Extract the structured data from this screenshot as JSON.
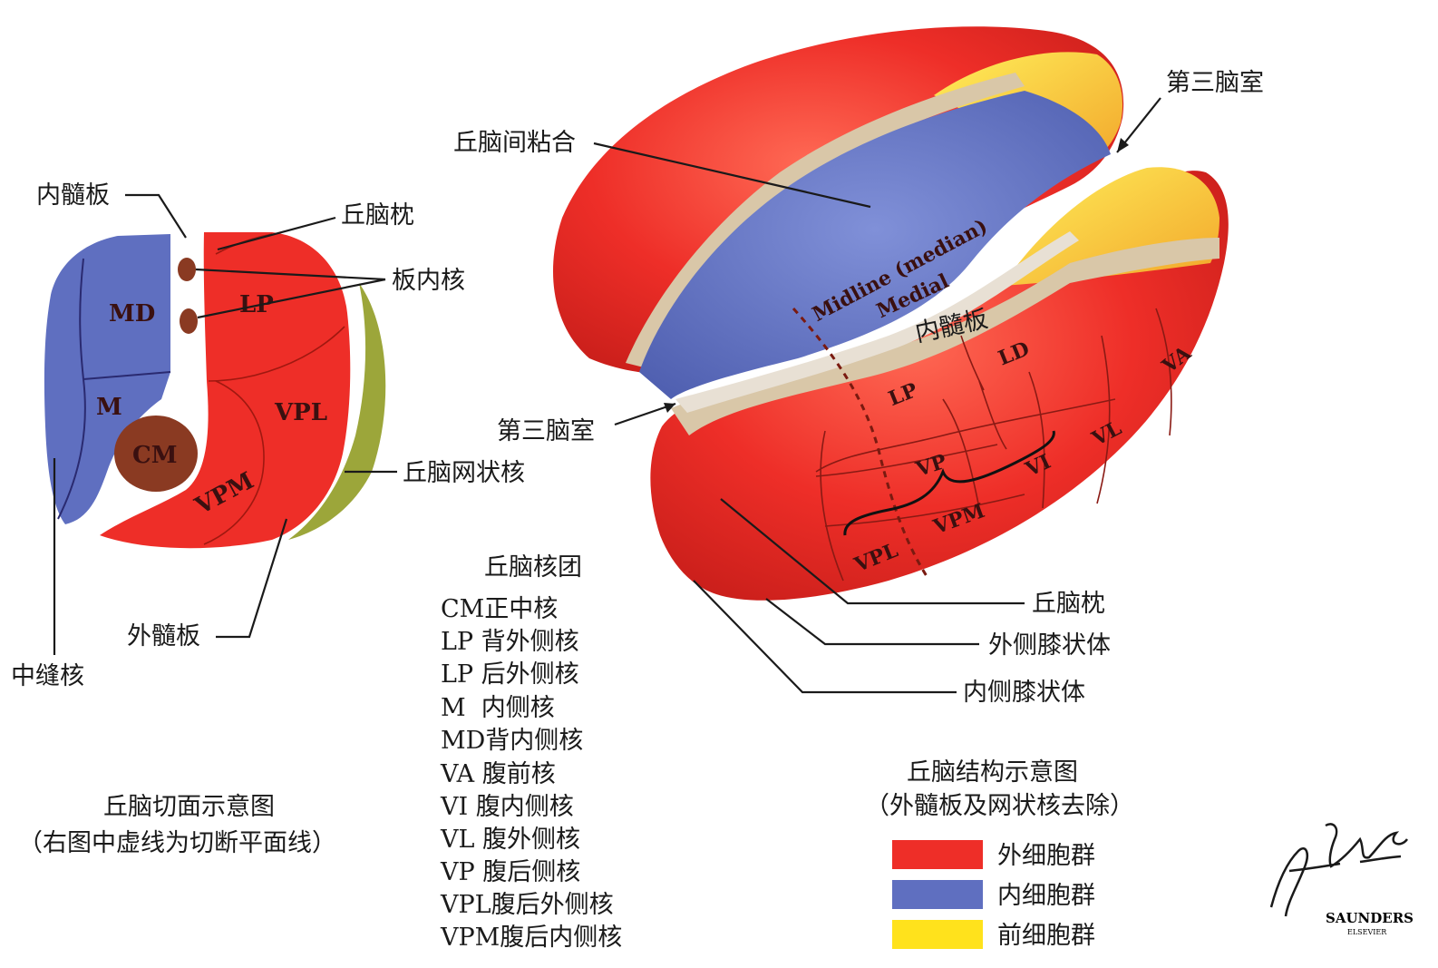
{
  "colors": {
    "outer_group": "#ee2e28",
    "inner_group": "#5f6fc0",
    "anterior_group": "#ffe21c",
    "cm_brown": "#8a3a22",
    "reticular_olive": "#9ca63a",
    "lamina_beige": "#d9c7a8"
  },
  "left_diagram": {
    "nuclei": {
      "md": "MD",
      "lp": "LP",
      "m": "M",
      "cm": "CM",
      "vpl": "VPL",
      "vpm": "VPM"
    },
    "labels": {
      "internal_lamina": "内髓板",
      "pulvinar": "丘脑枕",
      "intralaminar": "板内核",
      "reticular": "丘脑网状核",
      "external_lamina": "外髓板",
      "raphe": "中缝核"
    },
    "caption_title": "丘脑切面示意图",
    "caption_sub": "（右图中虚线为切断平面线）"
  },
  "right_diagram": {
    "labels": {
      "interthalamic_adhesion": "丘脑间粘合",
      "third_ventricle_top": "第三脑室",
      "third_ventricle_left": "第三脑室",
      "internal_lamina": "内髓板",
      "pulvinar": "丘脑枕",
      "lateral_geniculate": "外侧膝状体",
      "medial_geniculate": "内侧膝状体"
    },
    "regions": {
      "midline": "Midline (median)",
      "medial": "Medial",
      "lp": "LP",
      "ld": "LD",
      "va": "VA",
      "vl": "VL",
      "vi": "VI",
      "vp": "VP",
      "vpm": "VPM",
      "vpl": "VPL"
    }
  },
  "nuclei_list": {
    "title": "丘脑核团",
    "items": [
      "CM正中核",
      "LP 背外侧核",
      "LP 后外侧核",
      "M  内侧核",
      "MD背内侧核",
      "VA 腹前核",
      "VI 腹内侧核",
      "VL 腹外侧核",
      "VP 腹后侧核",
      "VPL腹后外侧核",
      "VPM腹后内侧核"
    ]
  },
  "legend": {
    "title": "丘脑结构示意图",
    "subtitle": "（外髓板及网状核去除）",
    "items": [
      {
        "label": "外细胞群",
        "color": "#ee2e28"
      },
      {
        "label": "内细胞群",
        "color": "#5f6fc0"
      },
      {
        "label": "前细胞群",
        "color": "#ffe21c"
      }
    ]
  },
  "signature": {
    "publisher": "SAUNDERS",
    "imprint": "ELSEVIER"
  }
}
